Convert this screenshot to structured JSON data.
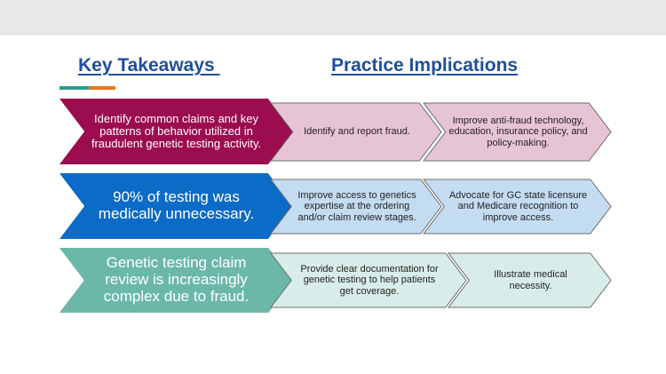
{
  "headings": {
    "takeaways": "Key Takeaways ",
    "implications": "Practice Implications"
  },
  "colors": {
    "title": "#1f4f9c",
    "accent_teal": "#2a9d8f",
    "accent_orange": "#e87722"
  },
  "rows": [
    {
      "takeaway": "Identify common claims and key patterns of behavior utilized in fraudulent genetic testing activity.",
      "dark": "#9b0d4f",
      "light": "#e7c4d5",
      "implications": [
        "Identify and report fraud.",
        "Improve anti-fraud technology, education, insurance policy, and policy-making."
      ]
    },
    {
      "takeaway": "90% of testing was medically unnecessary.",
      "dark": "#0b6bc6",
      "light": "#c4dcf1",
      "implications": [
        "Improve access to genetics expertise at the ordering and/or claim review stages.",
        "Advocate for GC state licensure and Medicare recognition to improve access."
      ]
    },
    {
      "takeaway": "Genetic testing claim review is increasingly complex due to fraud.",
      "dark": "#6bb8a9",
      "light": "#d8ede9",
      "implications": [
        "Provide clear documentation for genetic testing to help patients get coverage.",
        "Illustrate medical necessity."
      ]
    }
  ]
}
